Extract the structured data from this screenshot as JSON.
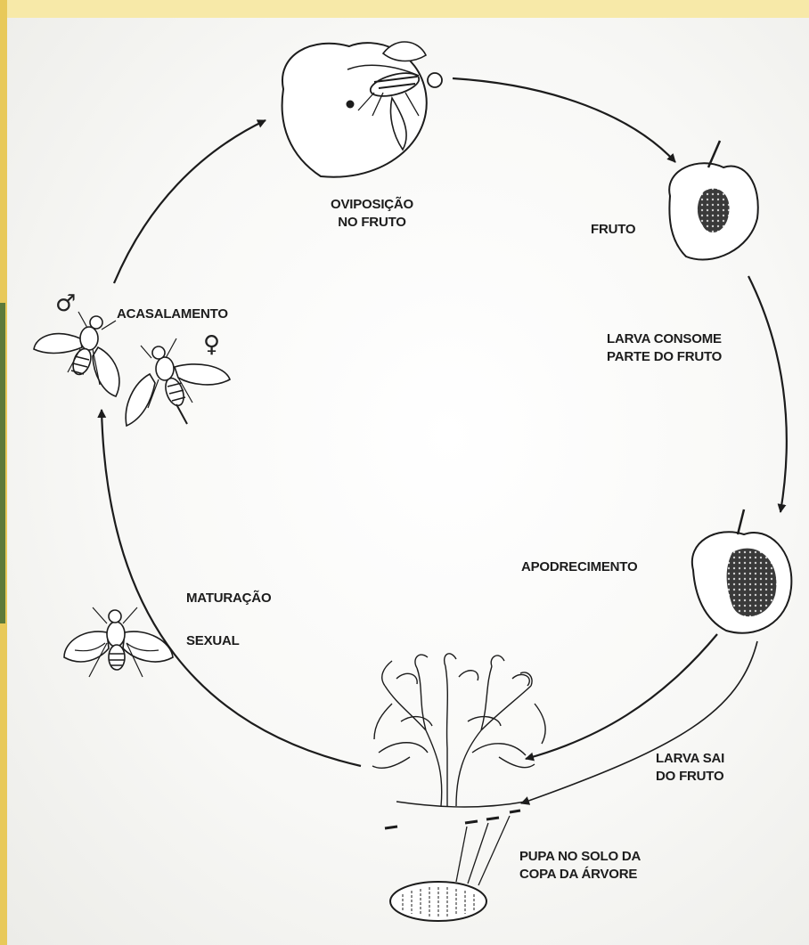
{
  "diagram": {
    "stages": {
      "oviposition": [
        "OVIPOSIÇÃO",
        "NO FRUTO"
      ],
      "fruit": "FRUTO",
      "larva_consumes": [
        "LARVA CONSOME",
        "PARTE DO FRUTO"
      ],
      "rotting": "APODRECIMENTO",
      "larva_exits": [
        "LARVA SAI",
        "DO FRUTO"
      ],
      "pupa": [
        "PUPA NO SOLO DA",
        "COPA DA ÁRVORE"
      ],
      "maturation": [
        "MATURAÇÃO",
        "SEXUAL"
      ],
      "mating": "ACASALAMENTO"
    },
    "symbols": {
      "male": "♂",
      "female": "♀"
    },
    "colors": {
      "ink": "#1c1c1c",
      "paper": "#f8f8f6",
      "frame_yellow": "#f7e9a8"
    }
  }
}
